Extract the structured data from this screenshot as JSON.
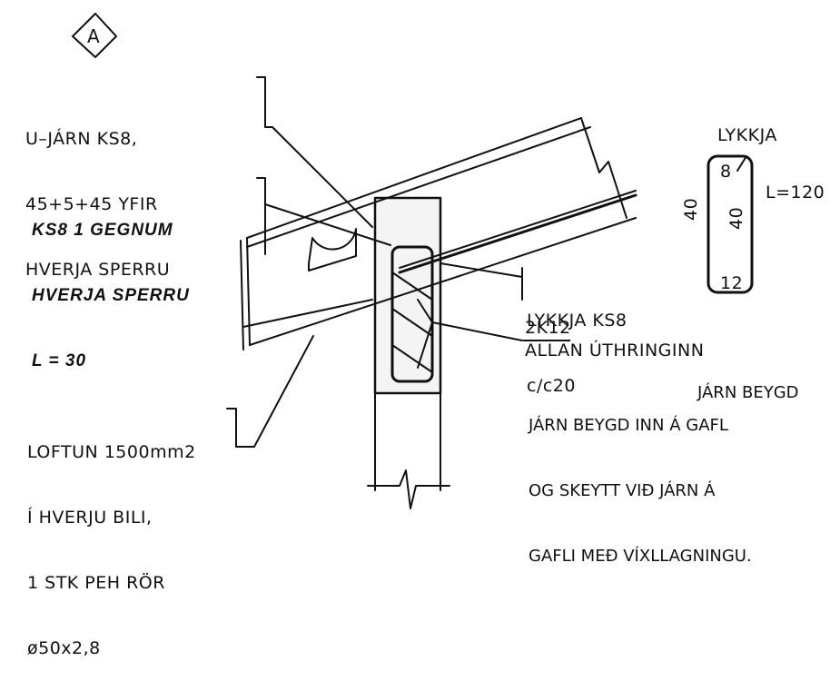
{
  "detail": {
    "marker": "A"
  },
  "labels": {
    "u_jarn": [
      "U–JÁRN KS8,",
      "45+5+45 YFIR",
      "HVERJA SPERRU"
    ],
    "ks8_gegnum": [
      "KS8 1 GEGNUM",
      "HVERJA SPERRU",
      "L = 30"
    ],
    "lykkja_ks8": [
      "LYKKJA KS8",
      "c/c20"
    ],
    "k12": {
      "top": "2K12",
      "bottom": "ALLAN ÚTHRINGINN"
    },
    "jarn_beygd": [
      "JÁRN BEYGD INN Á GAFL",
      "OG SKEYTT VIÐ JÁRN Á",
      "GAFLI MEÐ VÍXLLAGNINGU."
    ],
    "overlap_text": "JÁRN BEYGD",
    "loftun": [
      "LOFTUN 1500mm2",
      "Í HVERJU BILI,",
      "1 STK PEH RÖR",
      "ø50x2,8"
    ]
  },
  "stirrup_detail": {
    "title": "LYKKJA",
    "top_dim": "8",
    "length": "L=120",
    "side_left": "40",
    "side_right": "40",
    "bottom_dim": "12"
  }
}
